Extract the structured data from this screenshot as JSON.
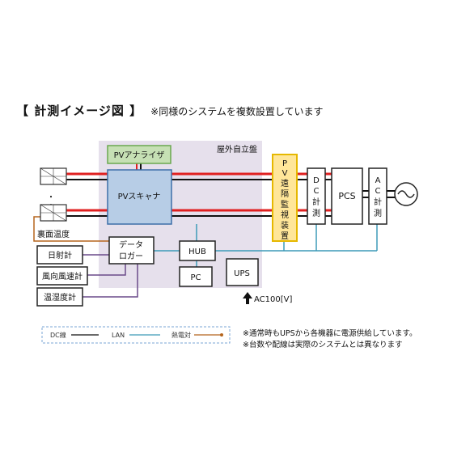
{
  "title": "【 計測イメージ図 】",
  "title_note": "※同様のシステムを複数設置しています",
  "cabinet_label": "屋外自立盤",
  "boxes": {
    "pv_analyzer": "PVアナライザ",
    "pv_scanner": "PVスキャナ",
    "pv_monitor": [
      "P",
      "V",
      "遠",
      "隔",
      "監",
      "視",
      "装",
      "置"
    ],
    "dc_meter": [
      "D",
      "C",
      "計",
      "測"
    ],
    "pcs": "PCS",
    "ac_meter": [
      "A",
      "C",
      "計",
      "測"
    ],
    "data_logger": [
      "データ",
      "ロガー"
    ],
    "hub": "HUB",
    "pc": "PC",
    "ups": "UPS",
    "irradiance": "日射計",
    "wind": "風向風速計",
    "temp_humidity": "温湿度計"
  },
  "back_temp_label": "裏面温度",
  "ac_label": "AC100[V]",
  "pv_dots": "・・・",
  "legend": {
    "dc": "DC線",
    "lan": "LAN",
    "thermocouple": "熱電対"
  },
  "notes": [
    "※通常時もUPSから各機器に電源供給しています。",
    "※台数や配線は実際のシステムとは異なります"
  ],
  "colors": {
    "cabinet": "#e6e0ec",
    "analyzer_fill": "#c6e0b4",
    "analyzer_border": "#6aa84f",
    "scanner_fill": "#b7cde6",
    "scanner_border": "#3d6fa8",
    "monitor_fill": "#ffe699",
    "monitor_border": "#e6b800",
    "dc_positive": "#e02020",
    "lan": "#3d9ab8",
    "thermocouple": "#b5651d",
    "signal": "#6a4a8a"
  }
}
